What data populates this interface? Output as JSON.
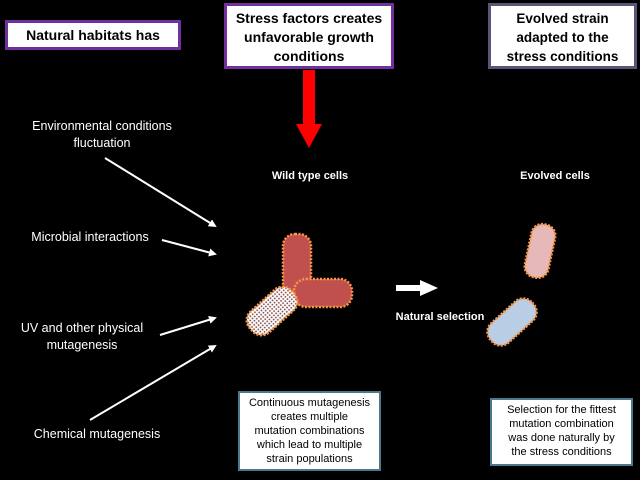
{
  "boxes": {
    "habitats": "Natural habitats has",
    "stress": [
      "Stress factors creates",
      "unfavorable growth",
      "conditions"
    ],
    "evolved": [
      "Evolved strain",
      "adapted to the",
      "stress conditions"
    ]
  },
  "factors": {
    "env": [
      "Environmental conditions",
      "fluctuation"
    ],
    "microbial": "Microbial interactions",
    "uv": [
      "UV and other physical",
      "mutagenesis"
    ],
    "chemical": "Chemical mutagenesis"
  },
  "cells": {
    "wild_label": "Wild type cells",
    "evolved_label": "Evolved cells",
    "selection_label": "Natural selection"
  },
  "notes": {
    "mutagenesis": [
      "Continuous mutagenesis",
      "creates multiple",
      "mutation combinations",
      "which lead to multiple",
      "strain populations"
    ],
    "selection": [
      "Selection for the fittest",
      "mutation combination",
      "was done naturally by",
      "the stress conditions"
    ]
  },
  "colors": {
    "background": "#000000",
    "box_border": "#7030a0",
    "stress_arrow": "#ff0000",
    "cell_dark": "#c0504d",
    "cell_outline": "#f79646",
    "cell_pink": "#e6b9b8",
    "cell_blue": "#b9cde5",
    "note_border": "#4a7a8c"
  }
}
